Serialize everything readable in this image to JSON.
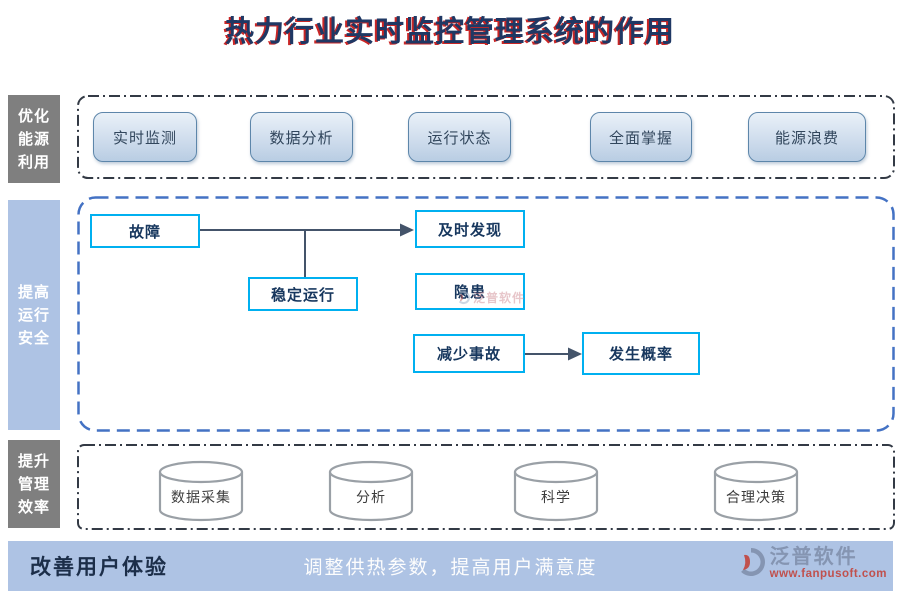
{
  "title": "热力行业实时监控管理系统的作用",
  "sections": {
    "energy": {
      "label_lines": [
        "优化",
        "能源",
        "利用"
      ],
      "buttons": [
        "实时监测",
        "数据分析",
        "运行状态",
        "全面掌握",
        "能源浪费"
      ]
    },
    "safety": {
      "label_lines": [
        "提高",
        "运行",
        "安全"
      ],
      "nodes": {
        "fault": "故障",
        "timely_detection": "及时发现",
        "stable_operation": "稳定运行",
        "hidden_danger": "隐患",
        "reduce_accidents": "减少事故",
        "occurrence_probability": "发生概率"
      }
    },
    "management": {
      "label_lines": [
        "提升",
        "管理",
        "效率"
      ],
      "cylinders": [
        "数据采集",
        "分析",
        "科学",
        "合理决策"
      ]
    },
    "experience": {
      "label": "改善用户体验",
      "description": "调整供热参数，提高用户满意度"
    }
  },
  "watermark": {
    "brand": "泛普软件"
  },
  "logo": {
    "brand": "泛普软件",
    "url": "www.fanpusoft.com"
  },
  "colors": {
    "node_border": "#00B0F0",
    "title_navy": "#1F3864",
    "title_shadow_red": "#C00000",
    "sidebar_gray": "#7F7F7F",
    "light_blue": "#AEC3E4",
    "dash_dot_border": "#333A45",
    "safety_border_blue": "#4472C4",
    "arrow": "#44546A",
    "logo_slate": "#8595B2",
    "logo_red": "#C0504D"
  }
}
